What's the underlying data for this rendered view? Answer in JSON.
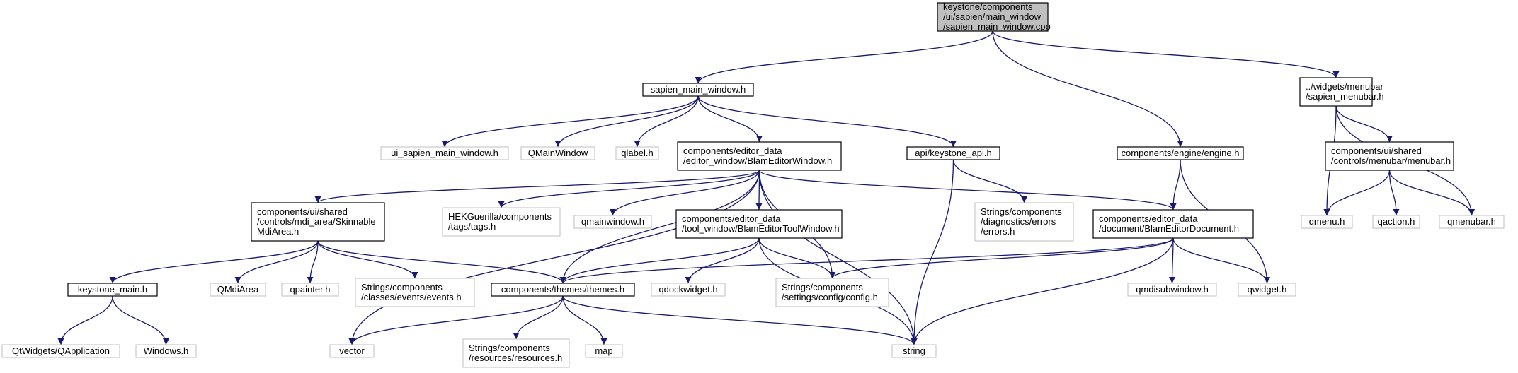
{
  "colors": {
    "root_fill": "#bfbfbf",
    "internal_border": "#000000",
    "external_border": "#bfbfbf",
    "edge": "#191970"
  },
  "nodes": [
    {
      "id": "root",
      "kind": "root",
      "lines": [
        "keystone/components",
        "/ui/sapien/main_window",
        "/sapien_main_window.cpp"
      ]
    },
    {
      "id": "sapien_main_window_h",
      "kind": "internal",
      "lines": [
        "sapien_main_window.h"
      ]
    },
    {
      "id": "sapien_menubar_h",
      "kind": "internal",
      "lines": [
        "../widgets/menubar",
        "/sapien_menubar.h"
      ]
    },
    {
      "id": "engine_h",
      "kind": "internal",
      "lines": [
        "components/engine/engine.h"
      ]
    },
    {
      "id": "ui_sapien_main_window_h",
      "kind": "external",
      "lines": [
        "ui_sapien_main_window.h"
      ]
    },
    {
      "id": "QMainWindow",
      "kind": "external",
      "lines": [
        "QMainWindow"
      ]
    },
    {
      "id": "qlabel_h",
      "kind": "external",
      "lines": [
        "qlabel.h"
      ]
    },
    {
      "id": "BlamEditorWindow_h",
      "kind": "internal",
      "lines": [
        "components/editor_data",
        "/editor_window/BlamEditorWindow.h"
      ]
    },
    {
      "id": "keystone_api_h",
      "kind": "internal",
      "lines": [
        "api/keystone_api.h"
      ]
    },
    {
      "id": "menubar_h",
      "kind": "internal",
      "lines": [
        "components/ui/shared",
        "/controls/menubar/menubar.h"
      ]
    },
    {
      "id": "SkinnableMdiArea_h",
      "kind": "internal",
      "lines": [
        "components/ui/shared",
        "/controls/mdi_area/Skinnable",
        "MdiArea.h"
      ]
    },
    {
      "id": "tags_h",
      "kind": "external",
      "lines": [
        "HEKGuerilla/components",
        "/tags/tags.h"
      ]
    },
    {
      "id": "qmainwindow_h",
      "kind": "external",
      "lines": [
        "qmainwindow.h"
      ]
    },
    {
      "id": "BlamEditorToolWindow_h",
      "kind": "internal",
      "lines": [
        "components/editor_data",
        "/tool_window/BlamEditorToolWindow.h"
      ]
    },
    {
      "id": "errors_h",
      "kind": "external",
      "lines": [
        "Strings/components",
        "/diagnostics/errors",
        "/errors.h"
      ]
    },
    {
      "id": "BlamEditorDocument_h",
      "kind": "internal",
      "lines": [
        "components/editor_data",
        "/document/BlamEditorDocument.h"
      ]
    },
    {
      "id": "qmenu_h",
      "kind": "external",
      "lines": [
        "qmenu.h"
      ]
    },
    {
      "id": "qaction_h",
      "kind": "external",
      "lines": [
        "qaction.h"
      ]
    },
    {
      "id": "qmenubar_h",
      "kind": "external",
      "lines": [
        "qmenubar.h"
      ]
    },
    {
      "id": "keystone_main_h",
      "kind": "internal",
      "lines": [
        "keystone_main.h"
      ]
    },
    {
      "id": "QMdiArea",
      "kind": "external",
      "lines": [
        "QMdiArea"
      ]
    },
    {
      "id": "qpainter_h",
      "kind": "external",
      "lines": [
        "qpainter.h"
      ]
    },
    {
      "id": "events_h",
      "kind": "external",
      "lines": [
        "Strings/components",
        "/classes/events/events.h"
      ]
    },
    {
      "id": "themes_h",
      "kind": "internal",
      "lines": [
        "components/themes/themes.h"
      ]
    },
    {
      "id": "qdockwidget_h",
      "kind": "external",
      "lines": [
        "qdockwidget.h"
      ]
    },
    {
      "id": "config_h",
      "kind": "external",
      "lines": [
        "Strings/components",
        "/settings/config/config.h"
      ]
    },
    {
      "id": "qmdisubwindow_h",
      "kind": "external",
      "lines": [
        "qmdisubwindow.h"
      ]
    },
    {
      "id": "qwidget_h",
      "kind": "external",
      "lines": [
        "qwidget.h"
      ]
    },
    {
      "id": "QApplication",
      "kind": "external",
      "lines": [
        "QtWidgets/QApplication"
      ]
    },
    {
      "id": "Windows_h",
      "kind": "external",
      "lines": [
        "Windows.h"
      ]
    },
    {
      "id": "vector",
      "kind": "external",
      "lines": [
        "vector"
      ]
    },
    {
      "id": "resources_h",
      "kind": "external",
      "lines": [
        "Strings/components",
        "/resources/resources.h"
      ]
    },
    {
      "id": "map",
      "kind": "external",
      "lines": [
        "map"
      ]
    },
    {
      "id": "string",
      "kind": "external",
      "lines": [
        "string"
      ]
    }
  ],
  "edges": [
    [
      "root",
      "sapien_main_window_h"
    ],
    [
      "root",
      "engine_h"
    ],
    [
      "root",
      "sapien_menubar_h"
    ],
    [
      "sapien_main_window_h",
      "ui_sapien_main_window_h"
    ],
    [
      "sapien_main_window_h",
      "QMainWindow"
    ],
    [
      "sapien_main_window_h",
      "qlabel_h"
    ],
    [
      "sapien_main_window_h",
      "BlamEditorWindow_h"
    ],
    [
      "sapien_main_window_h",
      "keystone_api_h"
    ],
    [
      "sapien_menubar_h",
      "menubar_h"
    ],
    [
      "sapien_menubar_h",
      "qmenu_h"
    ],
    [
      "sapien_menubar_h",
      "qmenubar_h"
    ],
    [
      "menubar_h",
      "qmenu_h"
    ],
    [
      "menubar_h",
      "qaction_h"
    ],
    [
      "menubar_h",
      "qmenubar_h"
    ],
    [
      "engine_h",
      "BlamEditorDocument_h"
    ],
    [
      "engine_h",
      "qwidget_h"
    ],
    [
      "BlamEditorWindow_h",
      "SkinnableMdiArea_h"
    ],
    [
      "BlamEditorWindow_h",
      "tags_h"
    ],
    [
      "BlamEditorWindow_h",
      "qmainwindow_h"
    ],
    [
      "BlamEditorWindow_h",
      "BlamEditorToolWindow_h"
    ],
    [
      "BlamEditorWindow_h",
      "BlamEditorDocument_h"
    ],
    [
      "BlamEditorWindow_h",
      "themes_h"
    ],
    [
      "BlamEditorWindow_h",
      "config_h"
    ],
    [
      "BlamEditorWindow_h",
      "vector"
    ],
    [
      "BlamEditorWindow_h",
      "string"
    ],
    [
      "keystone_api_h",
      "errors_h"
    ],
    [
      "keystone_api_h",
      "string"
    ],
    [
      "SkinnableMdiArea_h",
      "keystone_main_h"
    ],
    [
      "SkinnableMdiArea_h",
      "QMdiArea"
    ],
    [
      "SkinnableMdiArea_h",
      "qpainter_h"
    ],
    [
      "SkinnableMdiArea_h",
      "events_h"
    ],
    [
      "SkinnableMdiArea_h",
      "themes_h"
    ],
    [
      "BlamEditorToolWindow_h",
      "themes_h"
    ],
    [
      "BlamEditorToolWindow_h",
      "qdockwidget_h"
    ],
    [
      "BlamEditorToolWindow_h",
      "config_h"
    ],
    [
      "BlamEditorToolWindow_h",
      "string"
    ],
    [
      "BlamEditorDocument_h",
      "themes_h"
    ],
    [
      "BlamEditorDocument_h",
      "config_h"
    ],
    [
      "BlamEditorDocument_h",
      "qmdisubwindow_h"
    ],
    [
      "BlamEditorDocument_h",
      "qwidget_h"
    ],
    [
      "BlamEditorDocument_h",
      "string"
    ],
    [
      "keystone_main_h",
      "QApplication"
    ],
    [
      "keystone_main_h",
      "Windows_h"
    ],
    [
      "themes_h",
      "vector"
    ],
    [
      "themes_h",
      "resources_h"
    ],
    [
      "themes_h",
      "map"
    ],
    [
      "themes_h",
      "string"
    ]
  ]
}
